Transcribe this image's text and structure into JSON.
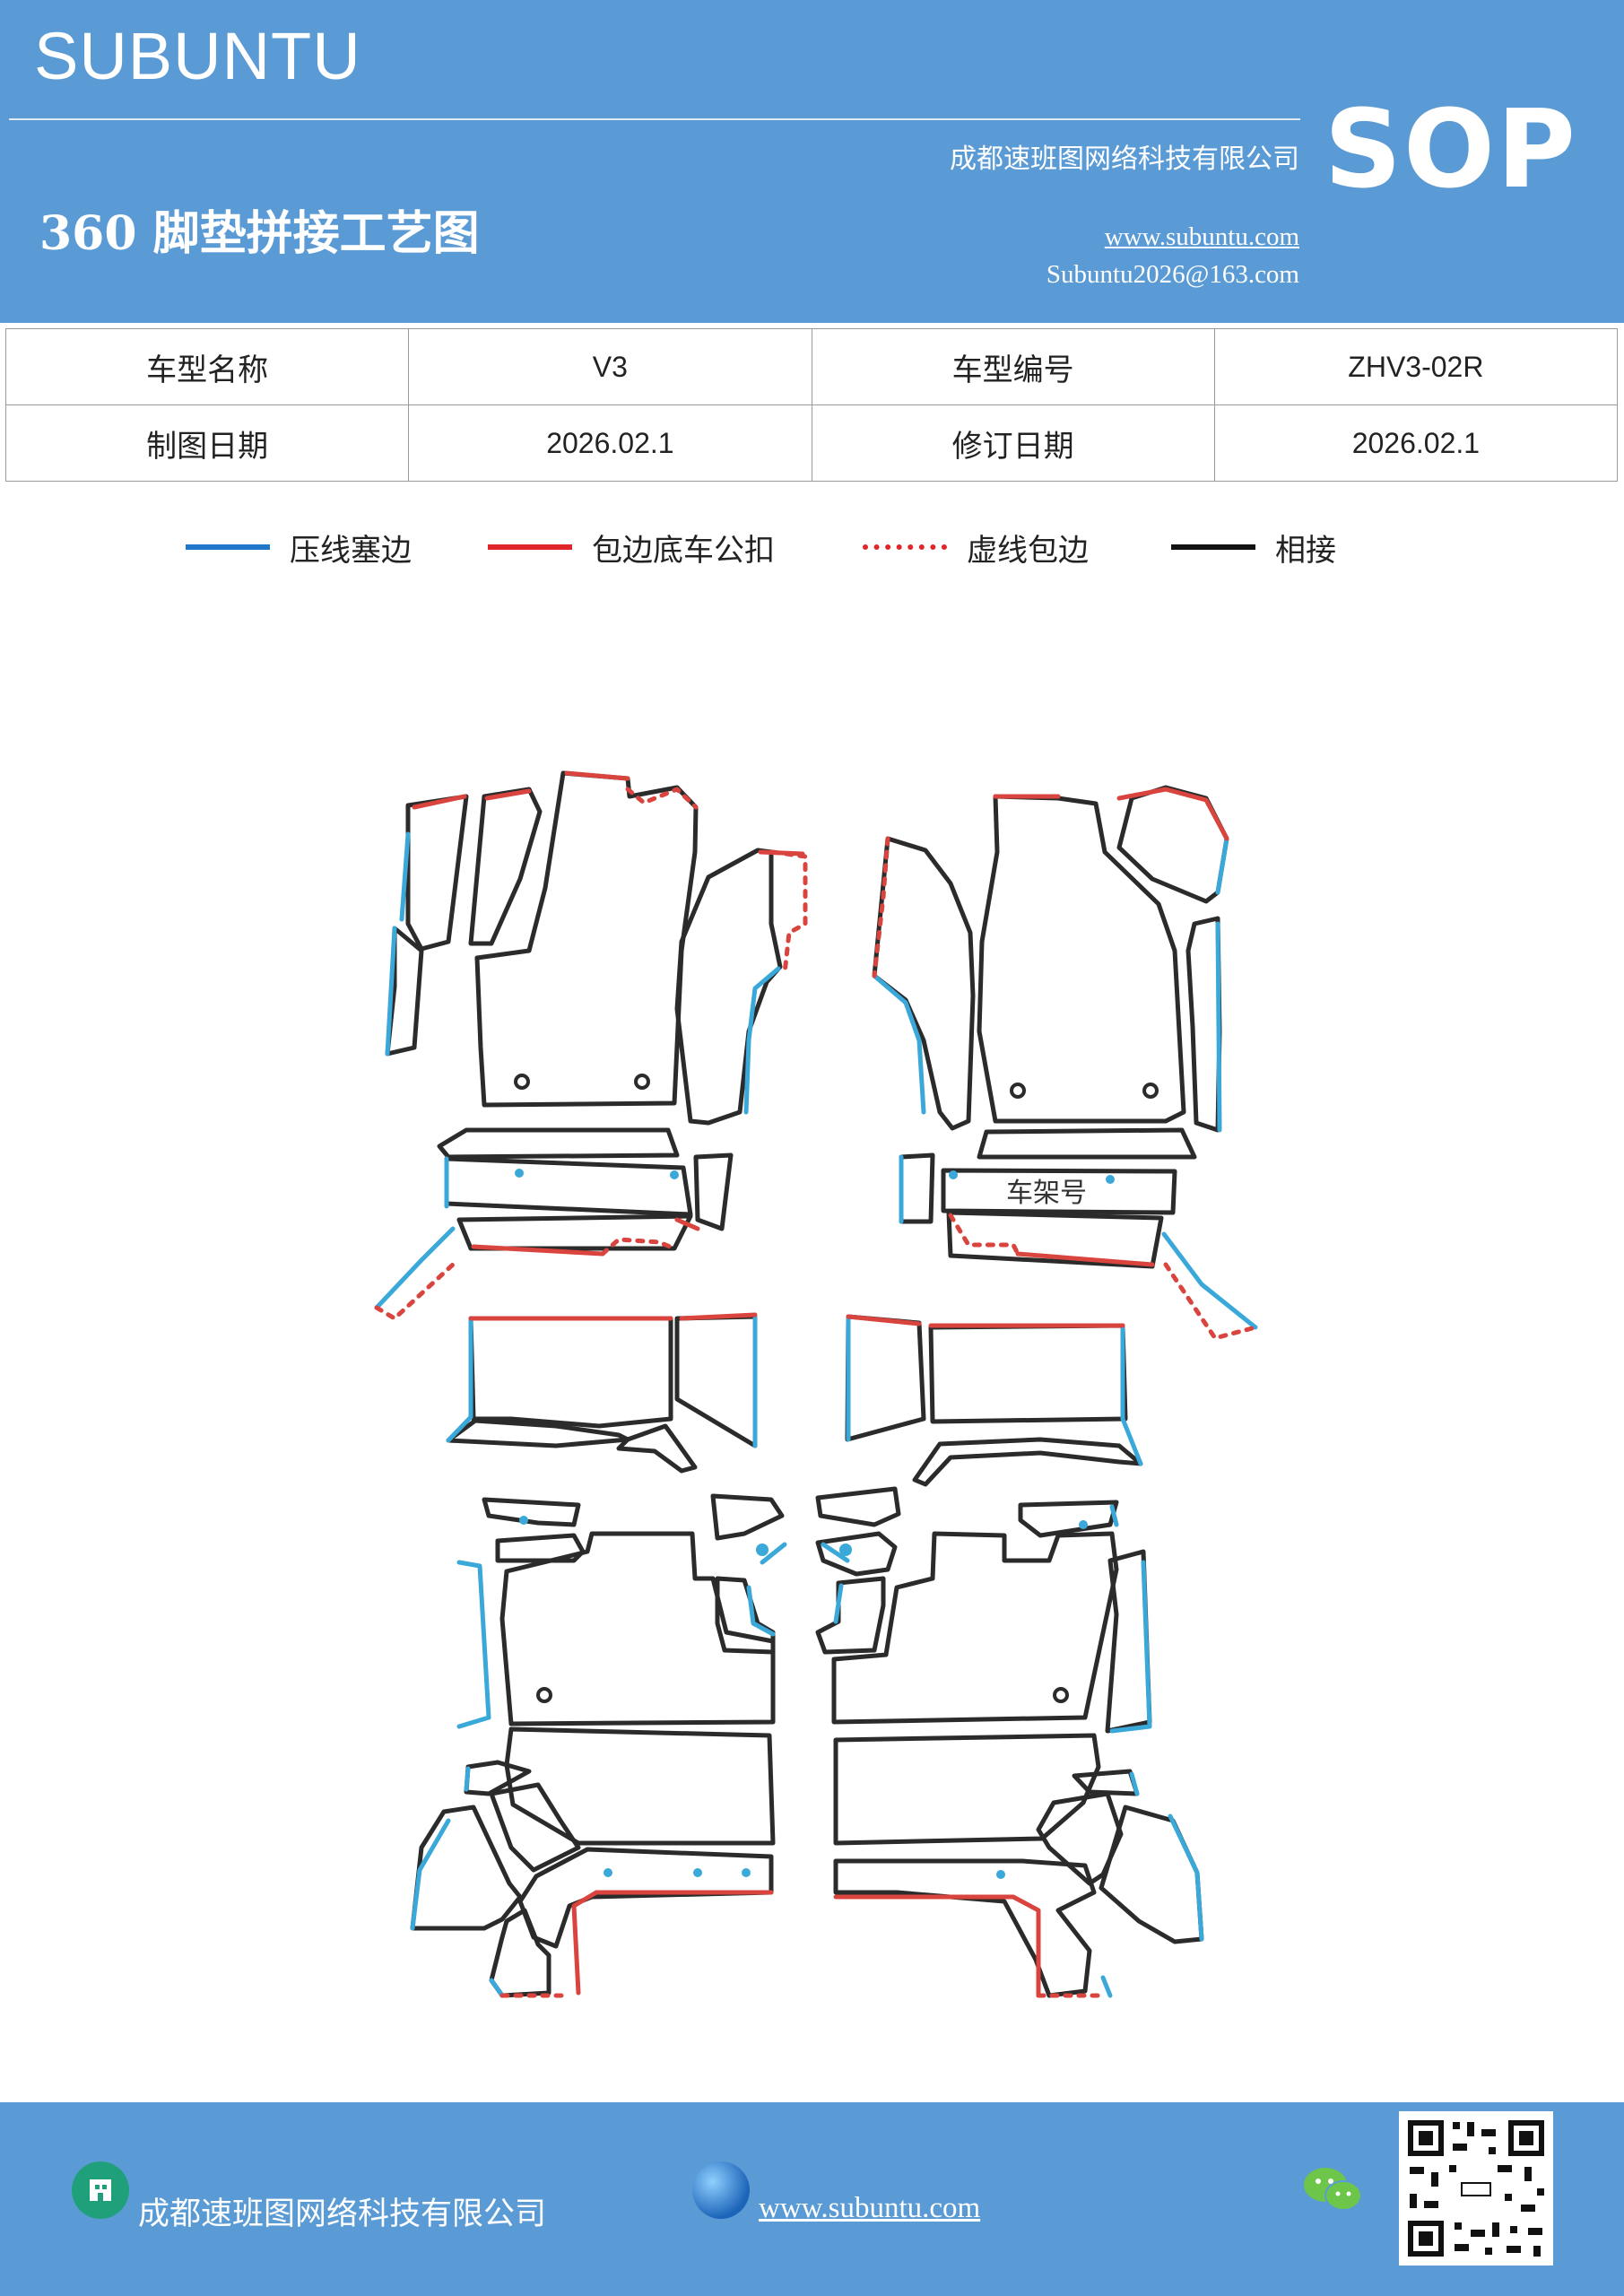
{
  "header": {
    "brand": "SUBUNTU",
    "company": "成都速班图网络科技有限公司",
    "title": "360 脚垫拼接工艺图",
    "website": "www.subuntu.com",
    "email": "Subuntu2026@163.com",
    "badge": "SOP",
    "background": "#5b9bd5"
  },
  "info_table": {
    "rows": [
      {
        "label1": "车型名称",
        "value1": "V3",
        "label2": "车型编号",
        "value2": "ZHV3-02R"
      },
      {
        "label1": "制图日期",
        "value1": "2026.02.1",
        "label2": "修订日期",
        "value2": "2026.02.1"
      }
    ]
  },
  "legend": [
    {
      "label": "压线塞边",
      "color": "#1f77c9",
      "style": "solid"
    },
    {
      "label": "包边底车公扣",
      "color": "#e0252b",
      "style": "solid"
    },
    {
      "label": "虚线包边",
      "color": "#e0252b",
      "style": "dotted"
    },
    {
      "label": "相接",
      "color": "#111111",
      "style": "solid"
    }
  ],
  "diagram": {
    "frame_label": "车架号",
    "colors": {
      "blue": "#3aa8d8",
      "red": "#d9453e",
      "black": "#2b2b2b"
    }
  },
  "footer": {
    "company": "成都速班图网络科技有限公司",
    "website": "www.subuntu.com",
    "icons": [
      "building-icon",
      "globe-icon",
      "wechat-icon",
      "qr-code"
    ]
  }
}
